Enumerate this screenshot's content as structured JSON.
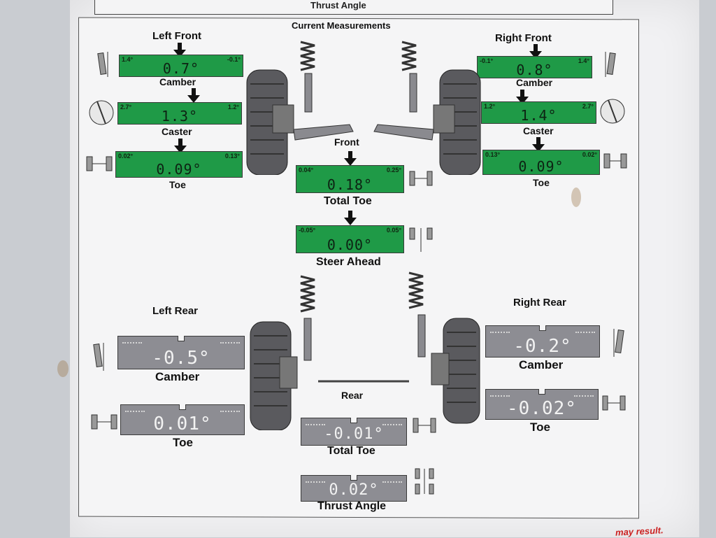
{
  "header": {
    "top_strip_label": "Thrust Angle",
    "title": "Current Measurements"
  },
  "front": {
    "left_label": "Left Front",
    "right_label": "Right Front",
    "center_label": "Front",
    "left_camber": {
      "value": "0.7°",
      "lo": "1.4°",
      "hi": "-0.1°",
      "label": "Camber"
    },
    "left_caster": {
      "value": "1.3°",
      "lo": "2.7°",
      "hi": "1.2°",
      "label": "Caster"
    },
    "left_toe": {
      "value": "0.09°",
      "lo": "0.02°",
      "hi": "0.13°",
      "label": "Toe"
    },
    "right_camber": {
      "value": "0.8°",
      "lo": "-0.1°",
      "hi": "1.4°",
      "label": "Camber"
    },
    "right_caster": {
      "value": "1.4°",
      "lo": "1.2°",
      "hi": "2.7°",
      "label": "Caster"
    },
    "right_toe": {
      "value": "0.09°",
      "lo": "0.13°",
      "hi": "0.02°",
      "label": "Toe"
    },
    "total_toe": {
      "value": "0.18°",
      "lo": "0.04°",
      "hi": "0.25°",
      "label": "Total Toe"
    },
    "steer_ahead": {
      "value": "0.00°",
      "lo": "-0.05°",
      "hi": "0.05°",
      "label": "Steer Ahead"
    }
  },
  "rear": {
    "left_label": "Left Rear",
    "right_label": "Right Rear",
    "center_label": "Rear",
    "left_camber": {
      "value": "-0.5°",
      "label": "Camber"
    },
    "left_toe": {
      "value": "0.01°",
      "label": "Toe"
    },
    "right_camber": {
      "value": "-0.2°",
      "label": "Camber"
    },
    "right_toe": {
      "value": "-0.02°",
      "label": "Toe"
    },
    "total_toe": {
      "value": "-0.01°",
      "label": "Total Toe"
    },
    "thrust_angle": {
      "value": "0.02°",
      "label": "Thrust Angle"
    }
  },
  "footer": {
    "red_text": "may result."
  },
  "colors": {
    "in_spec": "#1f9a47",
    "no_spec": "#8d8d93"
  },
  "icons": [
    "camber-icon",
    "caster-icon",
    "toe-icon",
    "wheel-icon",
    "strut-icon"
  ]
}
